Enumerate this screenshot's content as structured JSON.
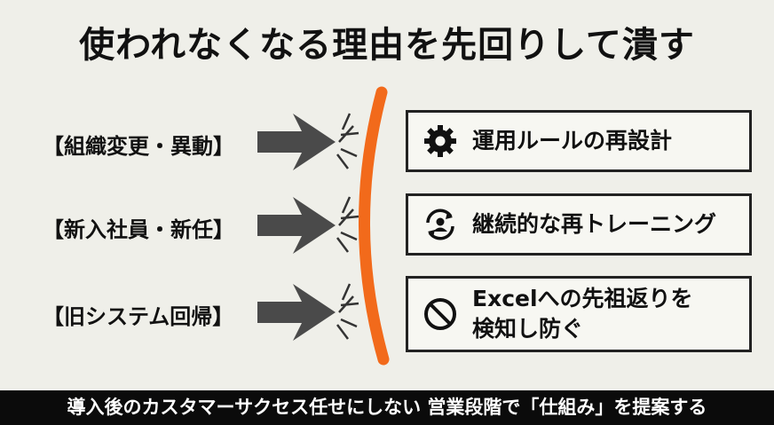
{
  "title": "使われなくなる理由を先回りして潰す",
  "causes": [
    "【組織変更・異動】",
    "【新入社員・新任】",
    "【旧システム回帰】"
  ],
  "solutions": [
    {
      "icon": "gear-icon",
      "label": "運用ルールの再設計"
    },
    {
      "icon": "refresh-user-icon",
      "label": "継続的な再トレーニング"
    },
    {
      "icon": "prohibited-icon",
      "label_line1": "Excelへの先祖返りを",
      "label_line2": "検知し防ぐ"
    }
  ],
  "footer": "導入後のカスタマーサクセス任せにしない 営業段階で「仕組み」を提案する",
  "colors": {
    "barrier": "#f26a1b",
    "arrow": "#4a4a4a",
    "background": "#efefe9"
  }
}
